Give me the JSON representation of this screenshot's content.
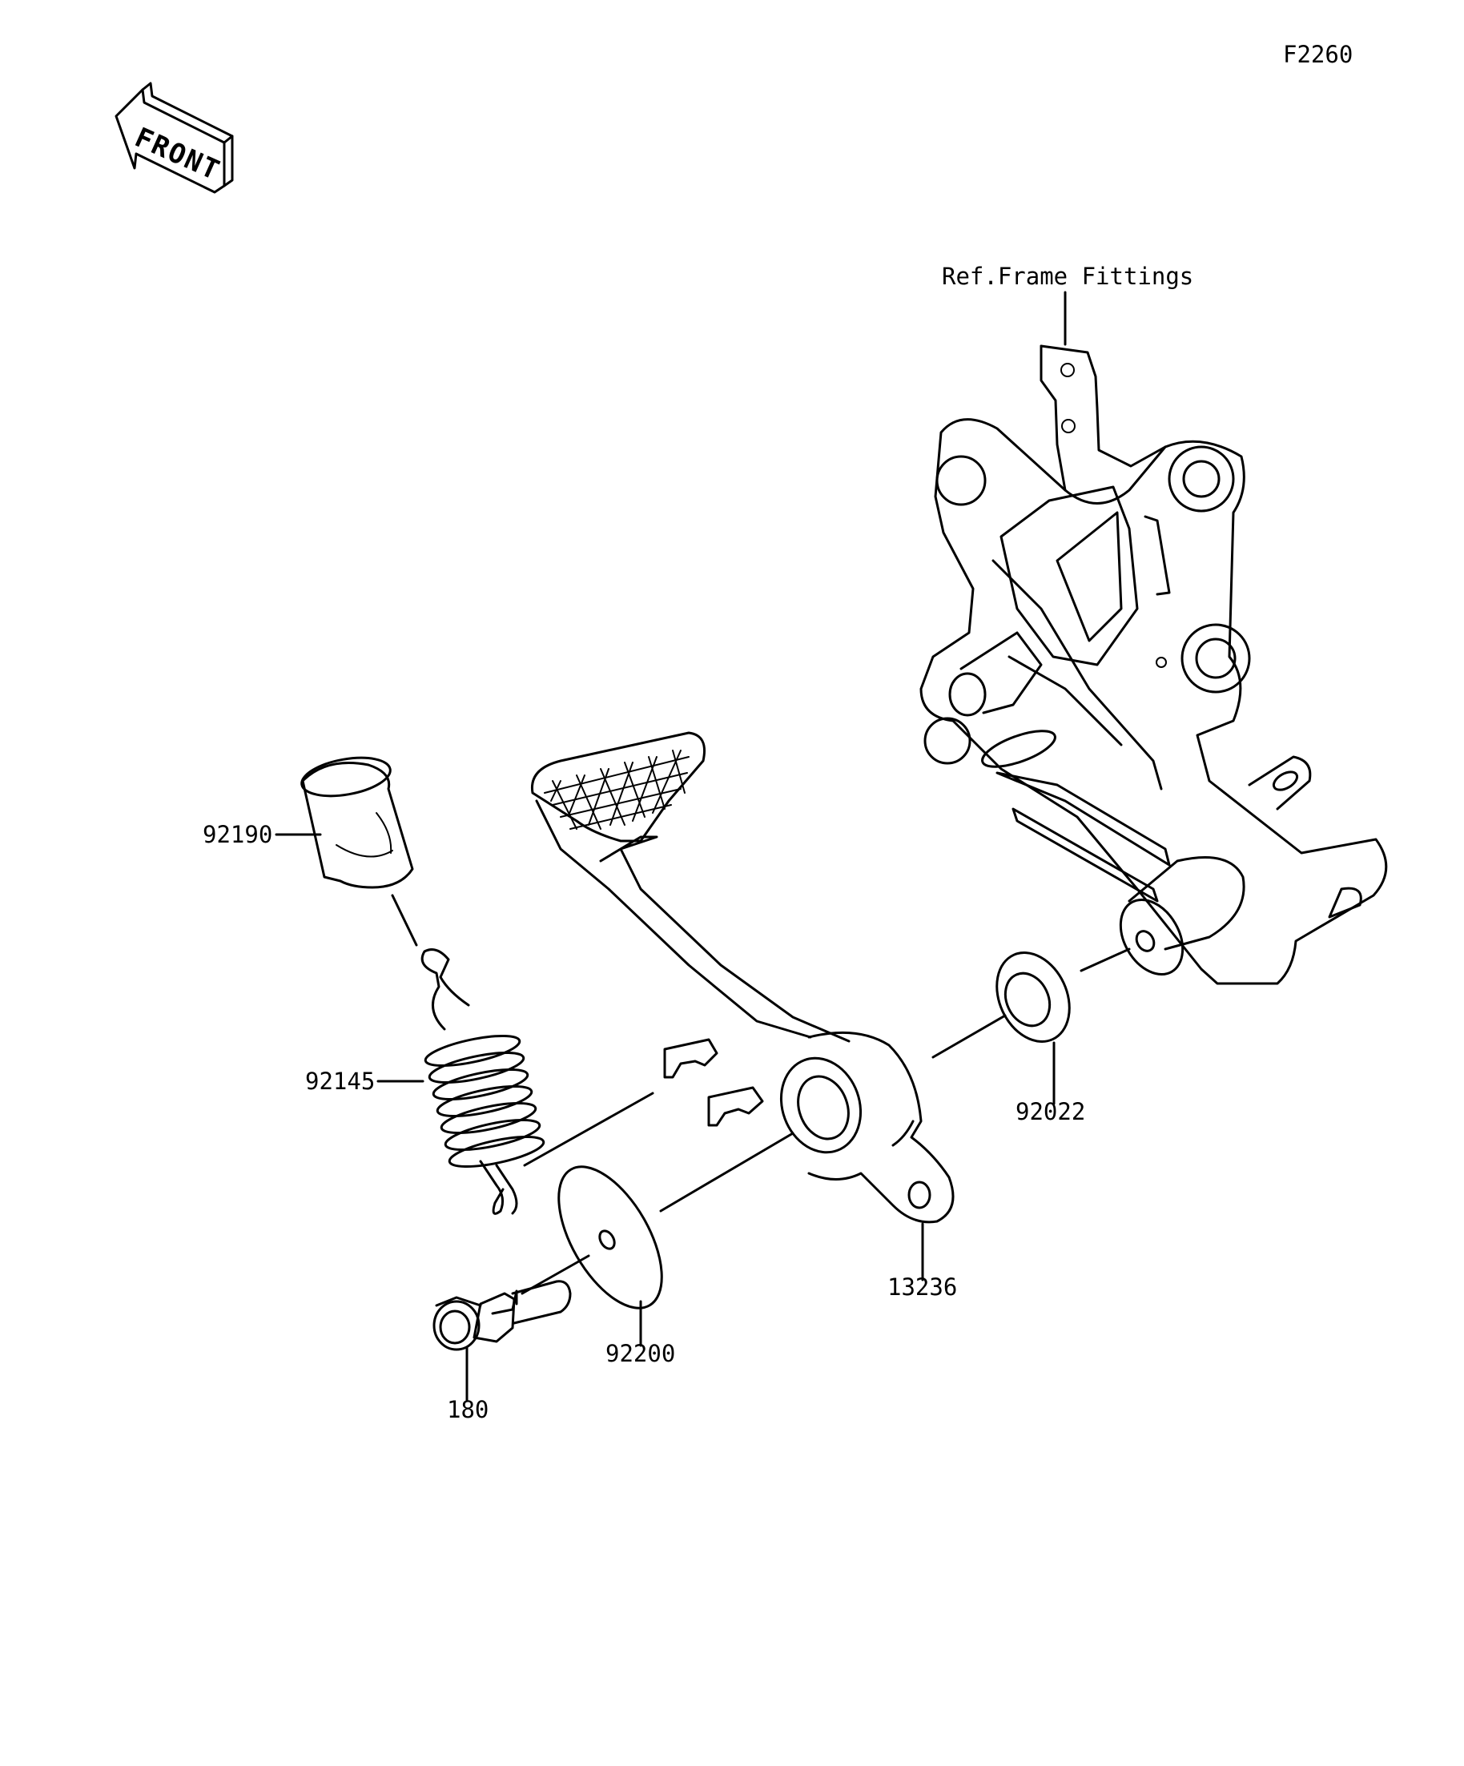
{
  "figure_code": "F2260",
  "front_label": "FRONT",
  "reference_note": "Ref.Frame Fittings",
  "parts": [
    {
      "id": "part-92190",
      "number": "92190"
    },
    {
      "id": "part-92145",
      "number": "92145"
    },
    {
      "id": "part-92022",
      "number": "92022"
    },
    {
      "id": "part-13236",
      "number": "13236"
    },
    {
      "id": "part-92200",
      "number": "92200"
    },
    {
      "id": "part-180",
      "number": "180"
    }
  ]
}
